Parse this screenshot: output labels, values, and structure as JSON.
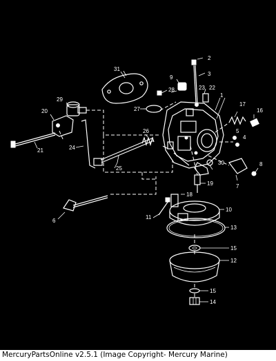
{
  "diagram": {
    "callouts": [
      "1",
      "2",
      "3",
      "4",
      "5",
      "6",
      "7",
      "8",
      "9",
      "10",
      "11",
      "12",
      "13",
      "14",
      "15",
      "15",
      "16",
      "17",
      "18",
      "19",
      "20",
      "21",
      "22",
      "23",
      "24",
      "25",
      "26",
      "27",
      "28",
      "29",
      "30",
      "31"
    ]
  },
  "footer": {
    "text": "MercuryPartsOnline v2.5.1 (Image Copyright- Mercury Marine)"
  }
}
